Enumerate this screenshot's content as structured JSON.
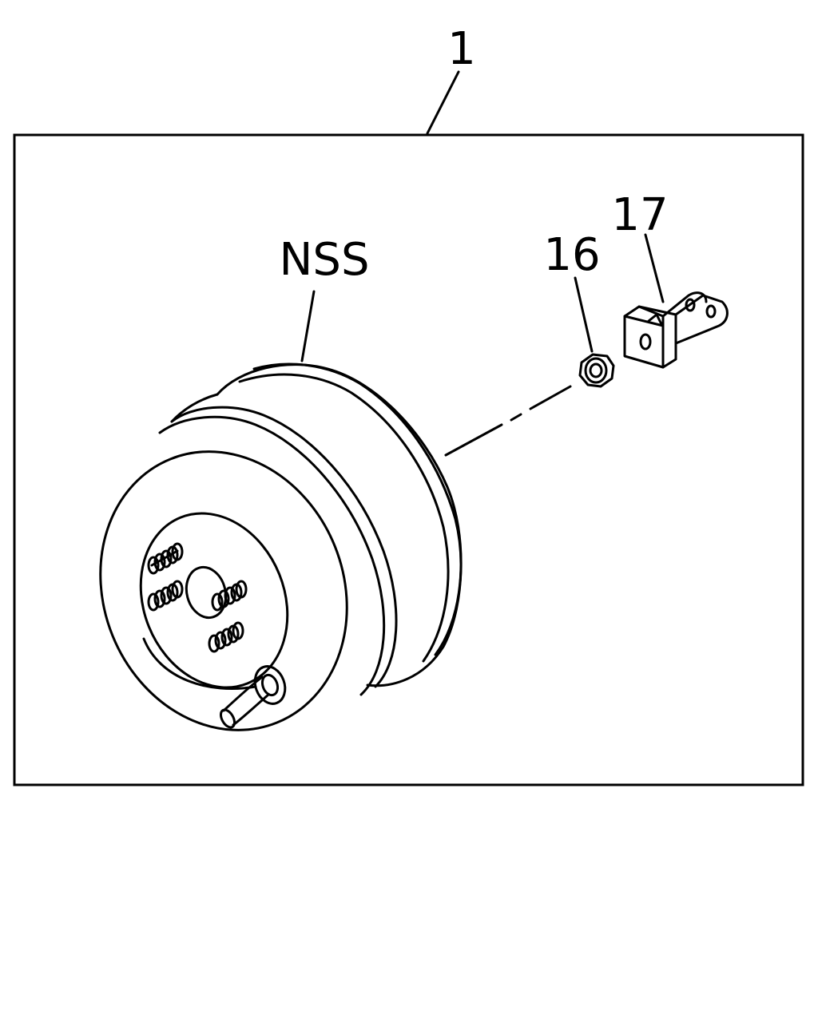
{
  "labels": {
    "assembly": "1",
    "booster": "NSS",
    "nut": "16",
    "clevis": "17"
  },
  "colors": {
    "line": "#000000",
    "background": "#ffffff"
  }
}
